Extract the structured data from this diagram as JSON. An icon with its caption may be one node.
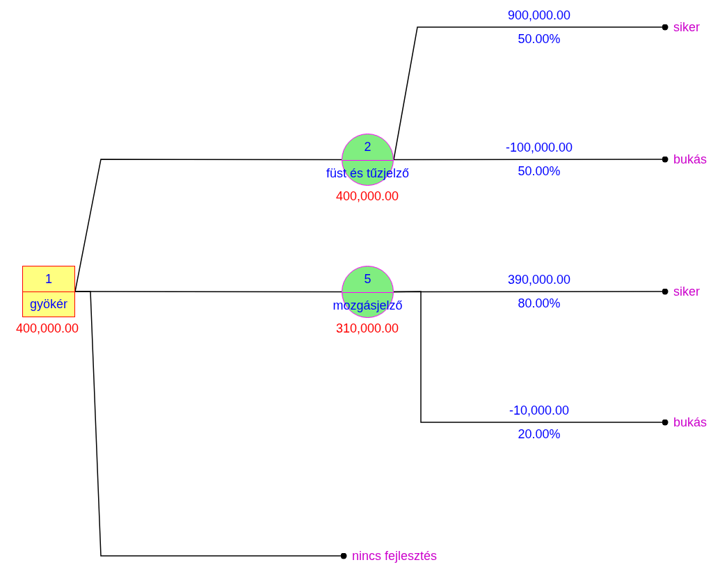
{
  "diagram": {
    "nodes": [
      {
        "text": [
          "1",
          "gyökér"
        ],
        "beside": [
          "400,000.00"
        ]
      },
      {
        "text": [
          "2",
          "füst és tűzjelző"
        ],
        "beside": [
          "400,000.00"
        ]
      },
      {
        "text": [
          "siker"
        ]
      },
      {
        "text": [
          "bukás"
        ]
      },
      {
        "text": [
          "5",
          "mozgásjelző"
        ],
        "beside": [
          "310,000.00"
        ]
      },
      {
        "text": [
          "siker"
        ]
      },
      {
        "text": [
          "bukás"
        ]
      },
      {
        "text": [
          "nincs fejlesztés"
        ]
      }
    ],
    "edges": [
      {
        "from": 0,
        "to": 1,
        "arrow": "none"
      },
      {
        "from": 1,
        "to": 2,
        "arrow": "other",
        "label": "900,000.00 50.00%"
      },
      {
        "from": 1,
        "to": 3,
        "arrow": "other",
        "label": "-100,000.00 50.00%"
      },
      {
        "from": 0,
        "to": 4,
        "arrow": "none"
      },
      {
        "from": 4,
        "to": 5,
        "arrow": "other",
        "label": "390,000.00 80.00%"
      },
      {
        "from": 4,
        "to": 6,
        "arrow": "other",
        "label": "-10,000.00 20.00%"
      },
      {
        "from": 0,
        "to": 7,
        "arrow": "other"
      }
    ]
  }
}
